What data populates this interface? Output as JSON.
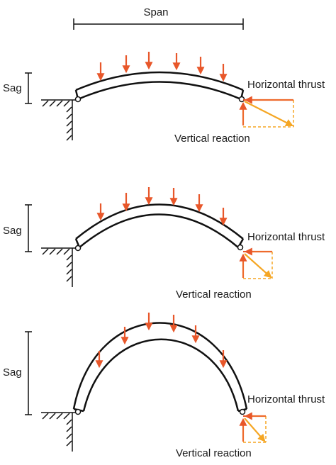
{
  "labels": {
    "span": "Span",
    "sag": "Sag",
    "horizontal_thrust": "Horizontal thrust",
    "vertical_reaction": "Vertical reaction"
  },
  "panels": [
    {
      "sag_level": "small",
      "horizontal_thrust": "Horizontal thrust",
      "vertical_reaction": "Vertical reaction",
      "sag": "Sag"
    },
    {
      "sag_level": "medium",
      "horizontal_thrust": "Horizontal thrust",
      "vertical_reaction": "Vertical reaction",
      "sag": "Sag"
    },
    {
      "sag_level": "large",
      "horizontal_thrust": "Horizontal thrust",
      "vertical_reaction": "Vertical reaction",
      "sag": "Sag"
    }
  ],
  "colors": {
    "load_arrow": "#e8572a",
    "thrust_arrow": "#ee6a2c",
    "resultant_arrow": "#f5a623",
    "outline": "#111111"
  }
}
